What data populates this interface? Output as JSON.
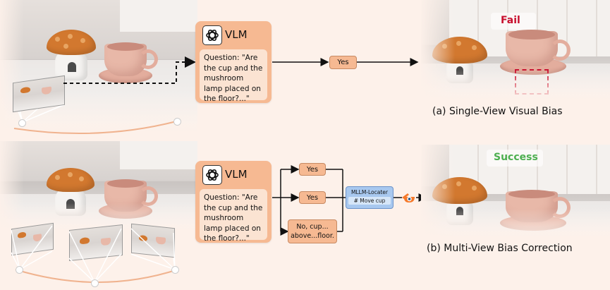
{
  "vlm_label": "VLM",
  "question": "Question: \"Are the cup and the mushroom lamp placed on the floor?...\"",
  "panel_a": {
    "answer": "Yes",
    "result_tag": "Fail",
    "caption": "(a) Single-View Visual Bias"
  },
  "panel_b": {
    "answers": [
      "Yes",
      "Yes",
      "No, cup... above...floor."
    ],
    "locator_title": "MLLM-Locater",
    "locator_action": "# Move cup",
    "result_tag": "Success",
    "caption": "(b)  Multi-View Bias Correction"
  },
  "colors": {
    "vlm_box": "#f6b992",
    "question_box": "#fbe3d2",
    "locator_box": "#a8c8ef",
    "fail": "#c8102e",
    "success": "#4caf50",
    "arc": "#f0b38f"
  },
  "icons": [
    "openai-logo-icon",
    "blender-logo-icon",
    "camera-frustum-icon"
  ]
}
